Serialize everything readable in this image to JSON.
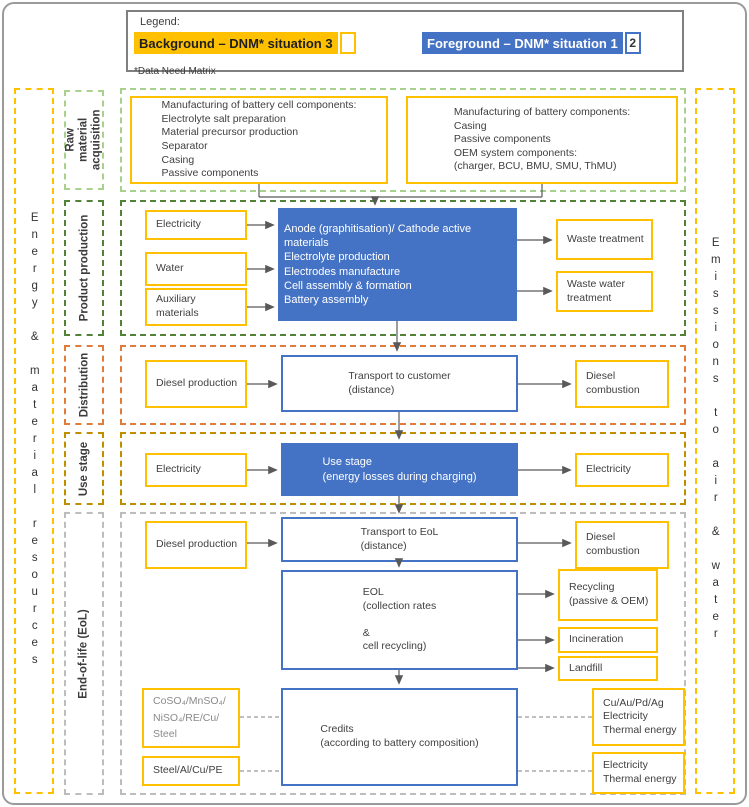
{
  "legend": {
    "title": "Legend:",
    "background_label": "Background – DNM* situation 3",
    "background_tag": "",
    "foreground_label": "Foreground – DNM* situation 1",
    "foreground_tag": "2",
    "footnote": "*Data Need Matrix"
  },
  "strips": {
    "left": "Energy & material resources",
    "right": "Emissions to air & water"
  },
  "stage_labels": {
    "raw": "Raw material acquisition",
    "production": "Product production",
    "distribution": "Distribution",
    "use": "Use stage",
    "eol": "End-of-life (EoL)"
  },
  "raw": {
    "cell_components": "Manufacturing of battery cell components:\nElectrolyte salt preparation\nMaterial precursor production\nSeparator\nCasing\nPassive components",
    "battery_components": "Manufacturing of battery components:\nCasing\nPassive components\nOEM system components:\n(charger, BCU, BMU, SMU, ThMU)"
  },
  "production": {
    "inputs": [
      "Electricity",
      "Water",
      "Auxiliary materials"
    ],
    "process": "Anode (graphitisation)/ Cathode active materials\nElectrolyte production\nElectrodes manufacture\nCell assembly & formation\nBattery assembly",
    "outputs": [
      "Waste treatment",
      "Waste water treatment"
    ]
  },
  "distribution": {
    "input": "Diesel production",
    "process": "Transport to customer\n(distance)",
    "output": "Diesel combustion"
  },
  "use": {
    "input": "Electricity",
    "process": "Use stage\n(energy losses during charging)",
    "output": "Electricity"
  },
  "eol": {
    "transport_input": "Diesel production",
    "transport_process": "Transport to EoL\n(distance)",
    "transport_output": "Diesel combustion",
    "eol_process": "EOL\n(collection rates\n\n&\ncell recycling)",
    "eol_outputs": [
      "Recycling (passive & OEM)",
      "Incineration",
      "Landfill"
    ],
    "credit_inputs": [
      "CoSO₄/MnSO₄/\nNiSO₄/RE/Cu/\nSteel",
      "Steel/Al/Cu/PE"
    ],
    "credits_process": "Credits\n(according to battery composition)",
    "credit_outputs": [
      "Cu/Au/Pd/Ag\nElectricity\nThermal energy",
      "Electricity\nThermal energy"
    ]
  },
  "colors": {
    "yellow": "#FFC000",
    "blue": "#4472C4",
    "light_green": "#A9D18E",
    "green": "#538135",
    "orange": "#E07B39",
    "olive": "#BF8F00",
    "gray_border": "#BDBDBD"
  }
}
